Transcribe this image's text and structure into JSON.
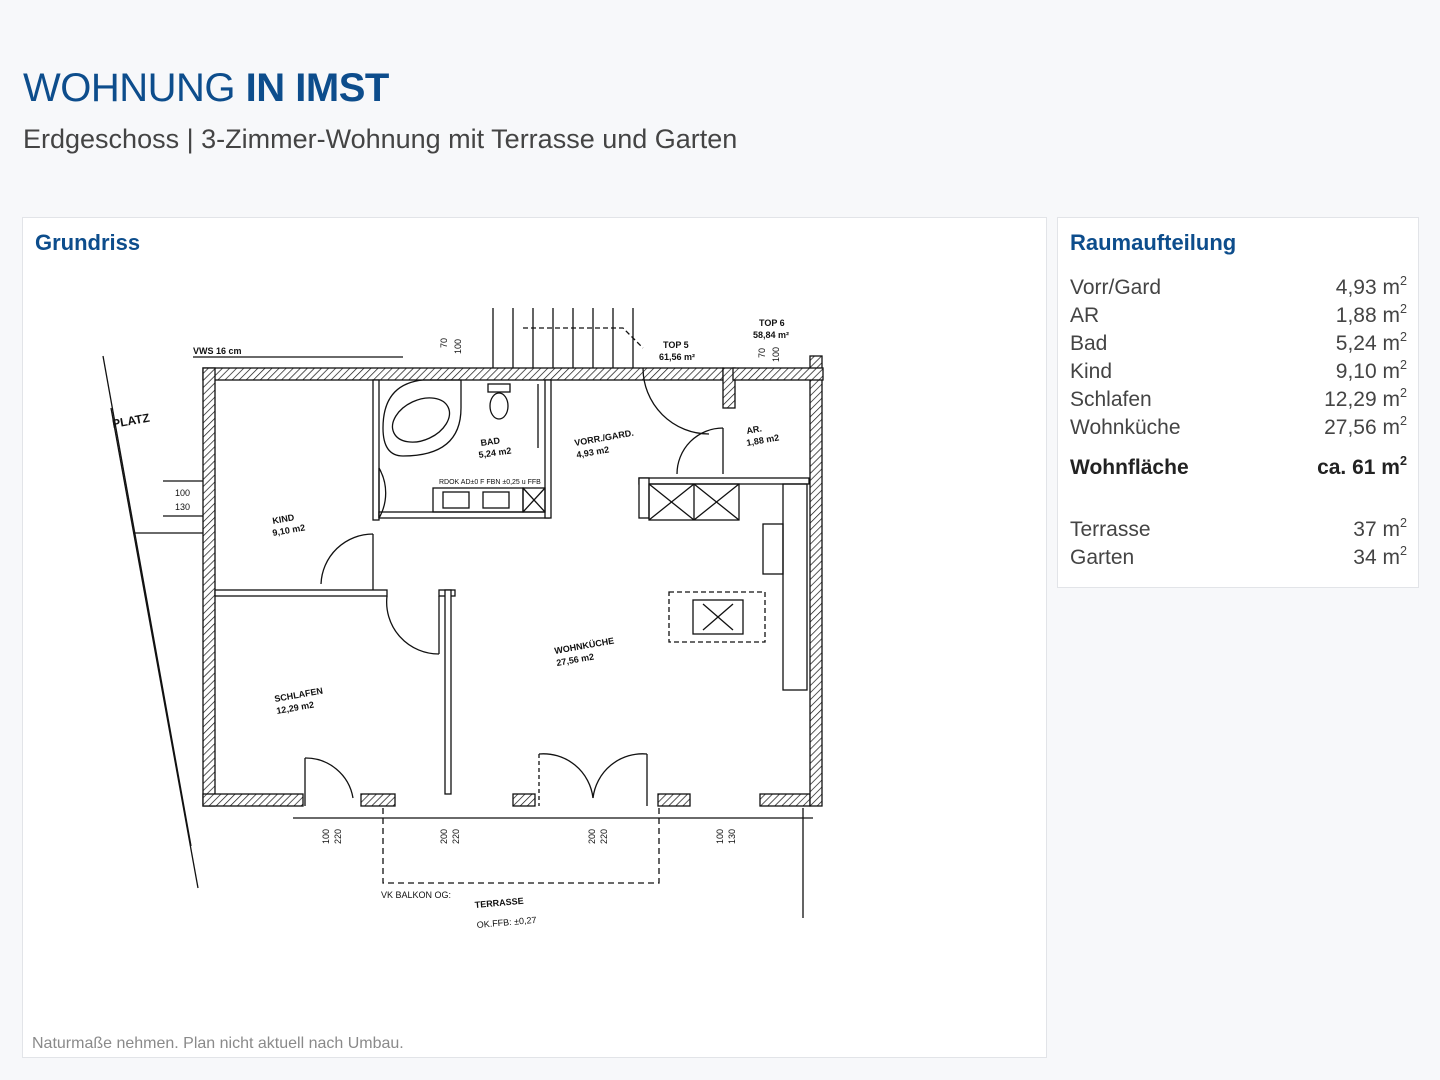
{
  "header": {
    "title_part1": "WOHNUNG ",
    "title_part2": "IN IMST",
    "subtitle": "Erdgeschoss | 3-Zimmer-Wohnung mit Terrasse und Garten"
  },
  "floorplan": {
    "heading": "Grundriss",
    "footnote": "Naturmaße nehmen. Plan nicht aktuell nach Umbau.",
    "labels": {
      "vws": "VWS 16 cm",
      "platz": "PLATZ",
      "top5": "TOP 5",
      "top5_area": "61,56 m²",
      "top6": "TOP 6",
      "top6_area": "58,84 m²",
      "bad": "BAD",
      "bad_area": "5,24 m2",
      "vorr": "VORR./GARD.",
      "vorr_area": "4,93 m2",
      "ar": "AR.",
      "ar_area": "1,88 m2",
      "kind": "KIND",
      "kind_area": "9,10 m2",
      "wohnkueche": "WOHNKÜCHE",
      "wohnkueche_area": "27,56 m2",
      "schlafen": "SCHLAFEN",
      "schlafen_area": "12,29 m2",
      "rdok": "RDOK AD±0 F FBN   ±0,25 u FFB",
      "terrasse": "TERRASSE",
      "vk_balkon": "VK BALKON OG:",
      "ok_ffb": "OK.FFB:  ±0,27",
      "dim_70a": "70",
      "dim_100a": "100",
      "dim_70b": "70",
      "dim_100b": "100",
      "dim_left_100": "100",
      "dim_left_130": "130",
      "dim_b1a": "100",
      "dim_b1b": "220",
      "dim_b2a": "200",
      "dim_b2b": "220",
      "dim_b3a": "200",
      "dim_b3b": "220",
      "dim_b4a": "100",
      "dim_b4b": "130"
    }
  },
  "rooms": {
    "heading": "Raumaufteilung",
    "items": [
      {
        "name": "Vorr/Gard",
        "value": "4,93 m",
        "unit_exp": "2"
      },
      {
        "name": "AR",
        "value": "1,88 m",
        "unit_exp": "2"
      },
      {
        "name": "Bad",
        "value": "5,24 m",
        "unit_exp": "2"
      },
      {
        "name": "Kind",
        "value": "9,10 m",
        "unit_exp": "2"
      },
      {
        "name": "Schlafen",
        "value": "12,29 m",
        "unit_exp": "2"
      },
      {
        "name": "Wohnküche",
        "value": "27,56 m",
        "unit_exp": "2"
      }
    ],
    "total": {
      "name": "Wohnfläche",
      "value": "ca. 61 m",
      "unit_exp": "2"
    },
    "outdoor": [
      {
        "name": "Terrasse",
        "value": "37 m",
        "unit_exp": "2"
      },
      {
        "name": "Garten",
        "value": "34 m",
        "unit_exp": "2"
      }
    ]
  }
}
